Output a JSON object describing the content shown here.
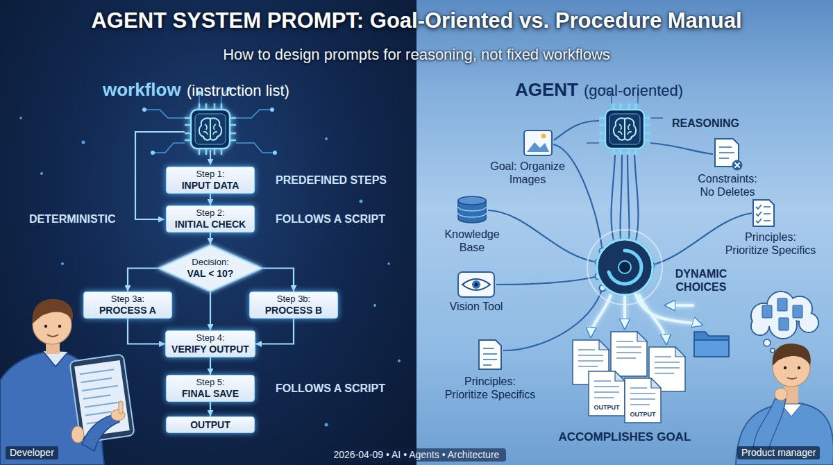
{
  "diagram": {
    "title": "AGENT SYSTEM PROMPT: Goal-Oriented vs. Procedure Manual",
    "caption": "How to design prompts for reasoning, not fixed workflows",
    "nodes": [
      {
        "text": [
          "Step 1:",
          "INPUT DATA"
        ]
      },
      {
        "text": [
          "Step 2:",
          "INITIAL CHECK"
        ]
      },
      {
        "text": [
          "Decision:",
          "VAL < 10?"
        ]
      },
      {
        "text": [
          "Step 3a:",
          "PROCESS A"
        ]
      },
      {
        "text": [
          "Step 3b:",
          "PROCESS B"
        ]
      },
      {
        "text": [
          "Step 4:",
          "VERIFY OUTPUT"
        ]
      },
      {
        "text": [
          "Step 5:",
          "FINAL SAVE"
        ]
      },
      {
        "text": [
          "OUTPUT"
        ]
      }
    ],
    "edges": [
      {
        "from": 0,
        "to": 1,
        "arrow": "to"
      },
      {
        "from": 1,
        "to": 2,
        "arrow": "to"
      },
      {
        "from": 2,
        "to": 3,
        "arrow": "to"
      },
      {
        "from": 2,
        "to": 4,
        "arrow": "to"
      },
      {
        "from": 2,
        "to": 5,
        "arrow": "to"
      },
      {
        "from": 3,
        "to": 5,
        "arrow": "to"
      },
      {
        "from": 4,
        "to": 5,
        "arrow": "to"
      },
      {
        "from": 5,
        "to": 6,
        "arrow": "to"
      },
      {
        "from": 6,
        "to": 7,
        "arrow": "to"
      }
    ],
    "labels": [
      "workflow",
      "(instruction list)",
      "PREDEFINED STEPS",
      "DETERMINISTIC",
      "FOLLOWS A SCRIPT",
      "FOLLOWS A SCRIPT",
      "Developer",
      "AGENT",
      "(goal-oriented)",
      "REASONING",
      "Goal: Organize Images",
      "Constraints: No Deletes",
      "Knowledge Base",
      "Principles: Prioritize Specifics",
      "DYNAMIC CHOICES",
      "Vision Tool",
      "Principles: Prioritize Specifics",
      "OUTPUT",
      "OUTPUT",
      "ACCOMPLISHES GOAL",
      "Product manager",
      "2026-04-09 • AI • Agents • Architecture"
    ]
  }
}
